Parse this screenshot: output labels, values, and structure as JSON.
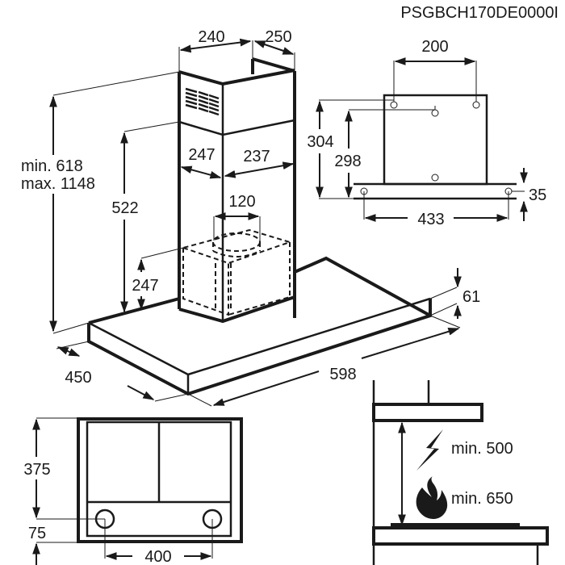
{
  "model_code": "PSGBCH170DE0000I",
  "colors": {
    "line": "#1a1a1a",
    "background": "#ffffff"
  },
  "isometric_view": {
    "chimney_width_top": "240",
    "chimney_depth_top": "250",
    "chimney_width_bottom": "247",
    "chimney_depth_bottom": "237",
    "outlet_diameter": "120",
    "total_height": {
      "min": "min. 618",
      "max": "max. 1148"
    },
    "lower_chimney_height": "522",
    "motor_box_height": "247",
    "hood_thickness": "61",
    "hood_depth": "450",
    "hood_width": "598"
  },
  "wall_bracket_view": {
    "bracket_spacing": "200",
    "upper_hole_height": "304",
    "center_hole_height": "298",
    "lower_hole_spacing": "433",
    "lower_hole_offset": "35"
  },
  "underside_view": {
    "hood_depth": "375",
    "light_offset": "75",
    "light_spacing": "400"
  },
  "clearance_view": {
    "electric_hob": {
      "icon": "lightning-icon",
      "label": "min. 500"
    },
    "gas_hob": {
      "icon": "flame-icon",
      "label": "min. 650"
    }
  }
}
